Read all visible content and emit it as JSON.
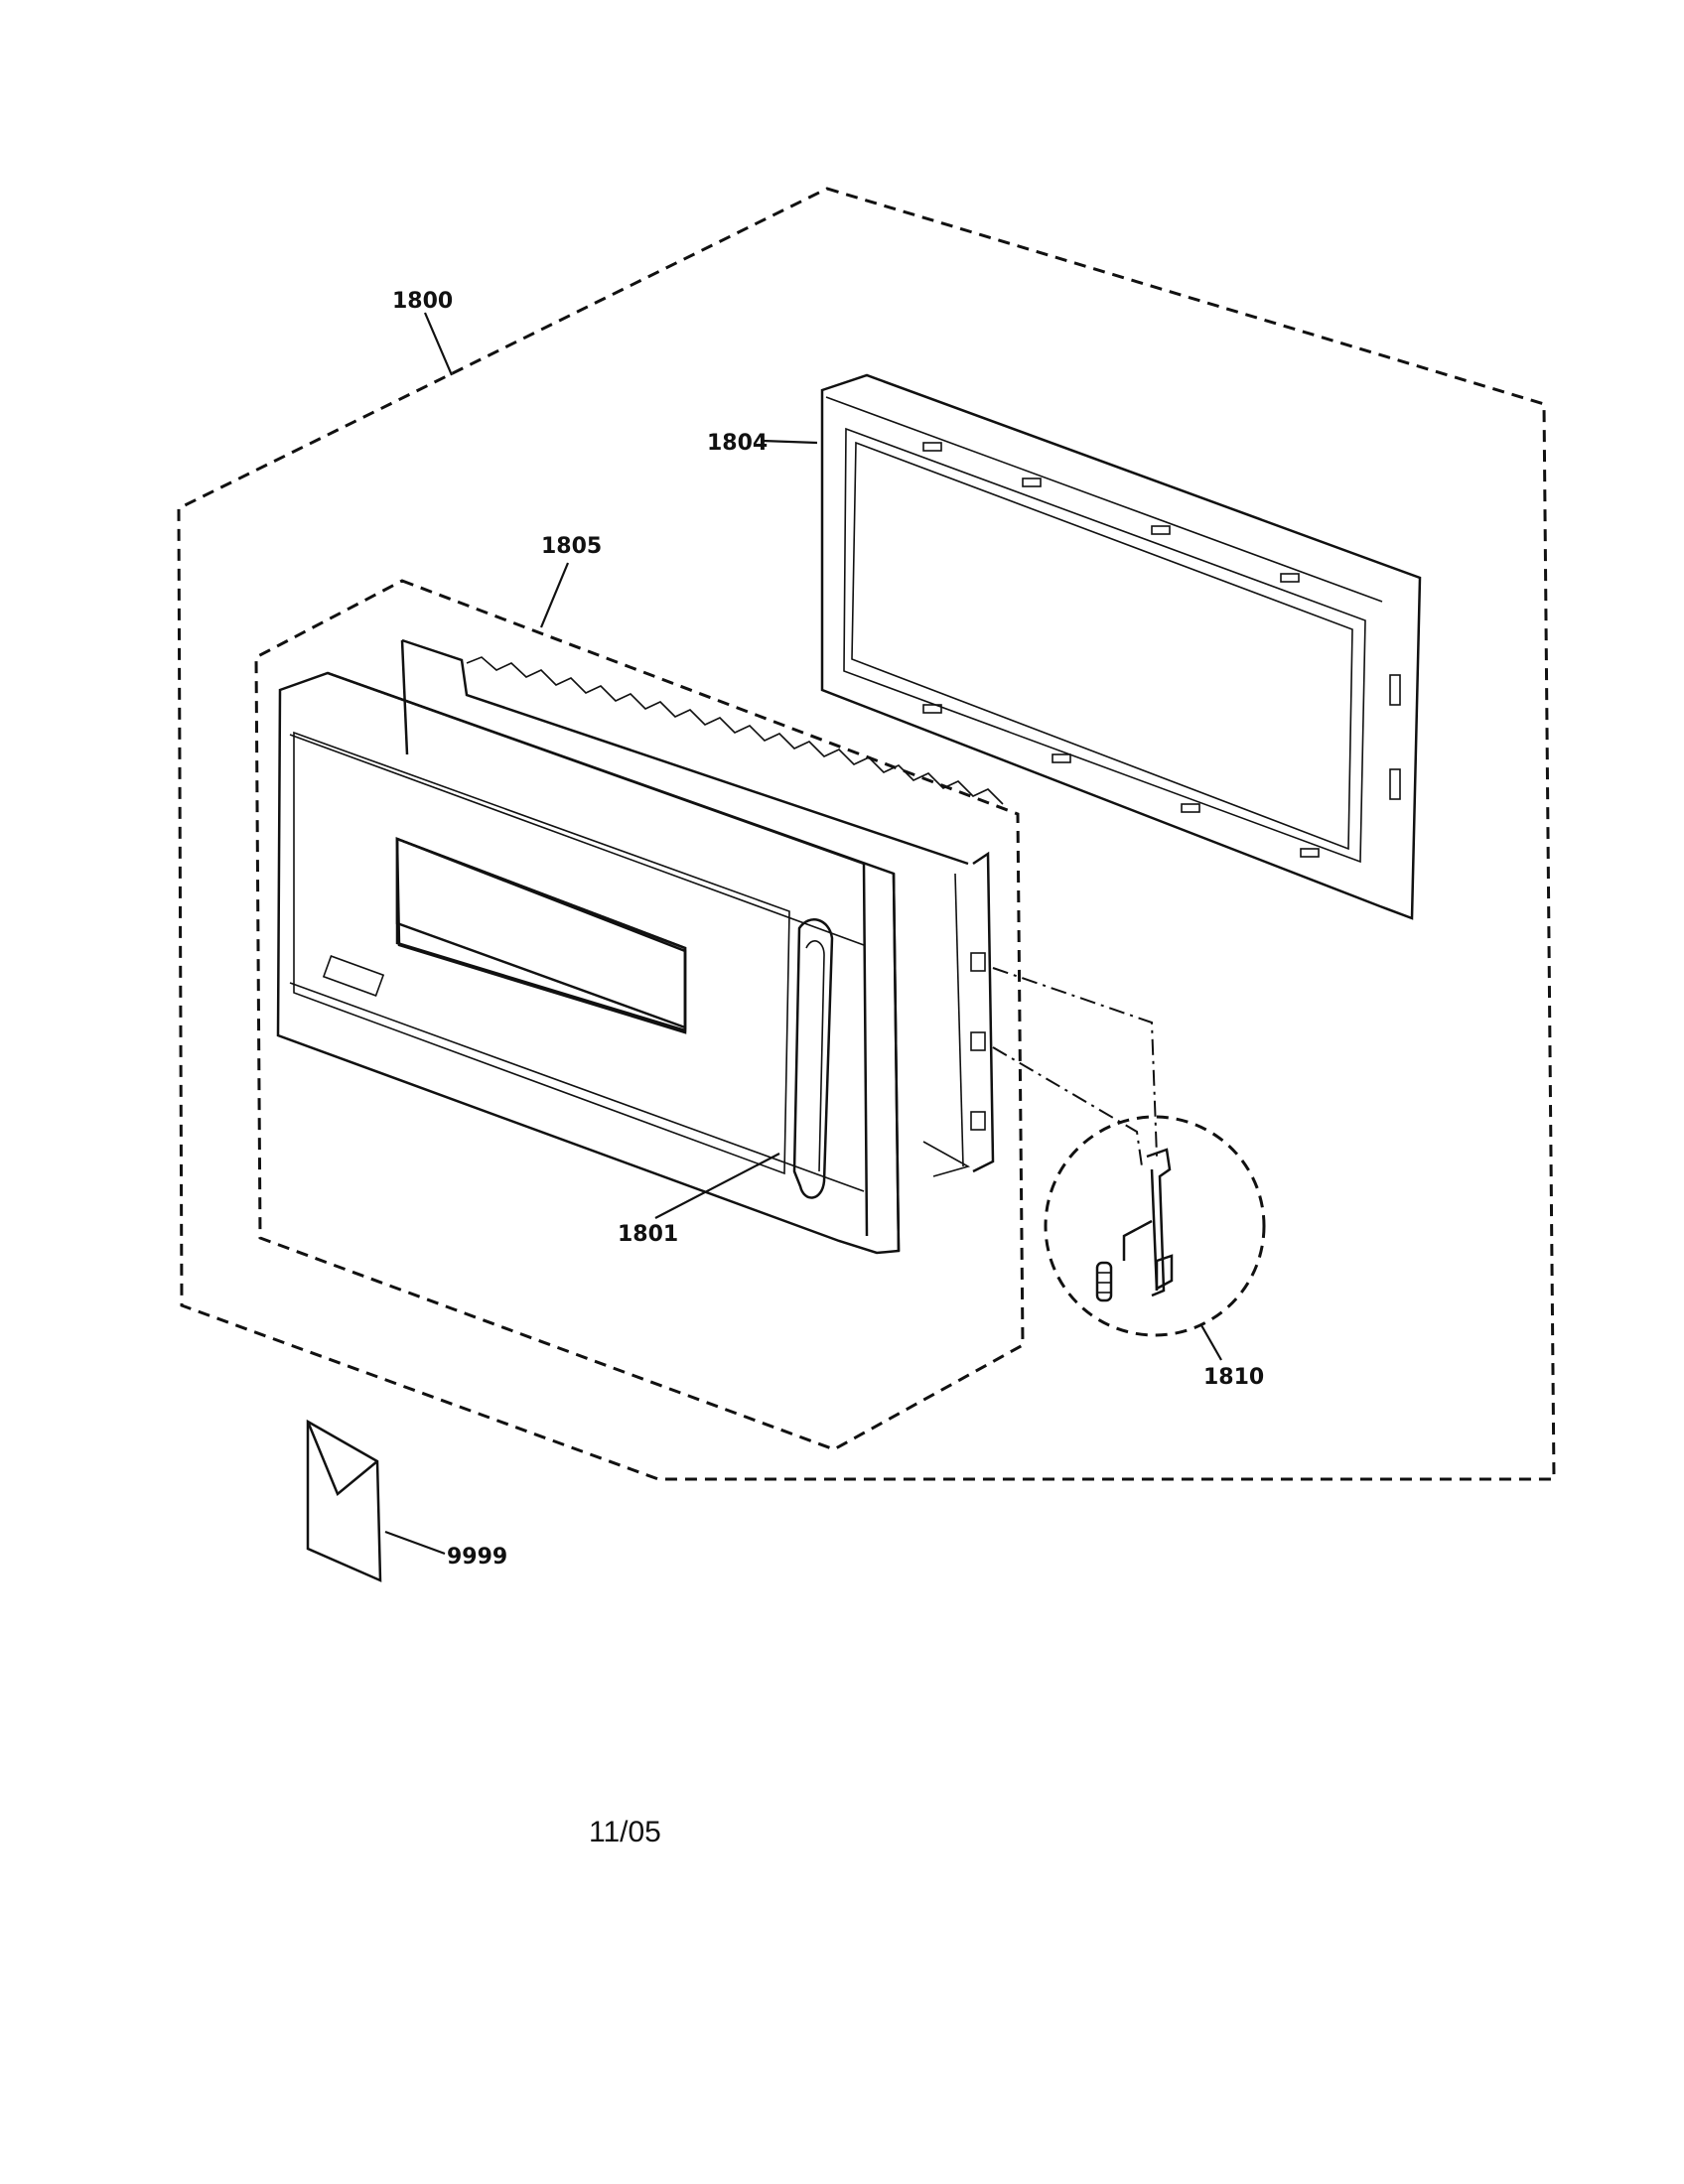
{
  "callouts": {
    "assembly": "1800",
    "frame": "1804",
    "door_assembly": "1805",
    "door_panel": "1801",
    "latch_kit": "1810",
    "literature": "9999"
  },
  "footer": {
    "date": "11/05"
  }
}
